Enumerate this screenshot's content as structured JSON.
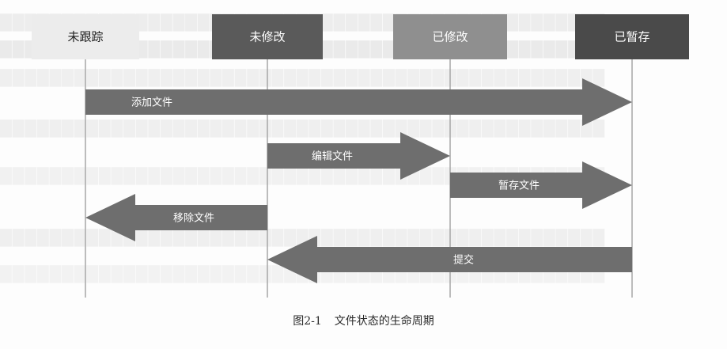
{
  "states": [
    {
      "id": "untracked",
      "label": "未跟踪",
      "fill": "#ececec",
      "text": "#222222"
    },
    {
      "id": "unmodified",
      "label": "未修改",
      "fill": "#5a5a5a",
      "text": "#ffffff"
    },
    {
      "id": "modified",
      "label": "已修改",
      "fill": "#8f8f8f",
      "text": "#ffffff"
    },
    {
      "id": "staged",
      "label": "已暂存",
      "fill": "#4a4a4a",
      "text": "#ffffff"
    }
  ],
  "transitions": [
    {
      "id": "add",
      "label": "添加文件",
      "from": "untracked",
      "to": "staged"
    },
    {
      "id": "edit",
      "label": "编辑文件",
      "from": "unmodified",
      "to": "modified"
    },
    {
      "id": "stage",
      "label": "暂存文件",
      "from": "modified",
      "to": "staged"
    },
    {
      "id": "remove",
      "label": "移除文件",
      "from": "unmodified",
      "to": "untracked"
    },
    {
      "id": "commit",
      "label": "提交",
      "from": "staged",
      "to": "unmodified"
    }
  ],
  "colors": {
    "arrow": "#6e6e6e",
    "lifeline": "#9a9a9a"
  },
  "caption": {
    "number": "图2-1",
    "text": "文件状态的生命周期"
  }
}
